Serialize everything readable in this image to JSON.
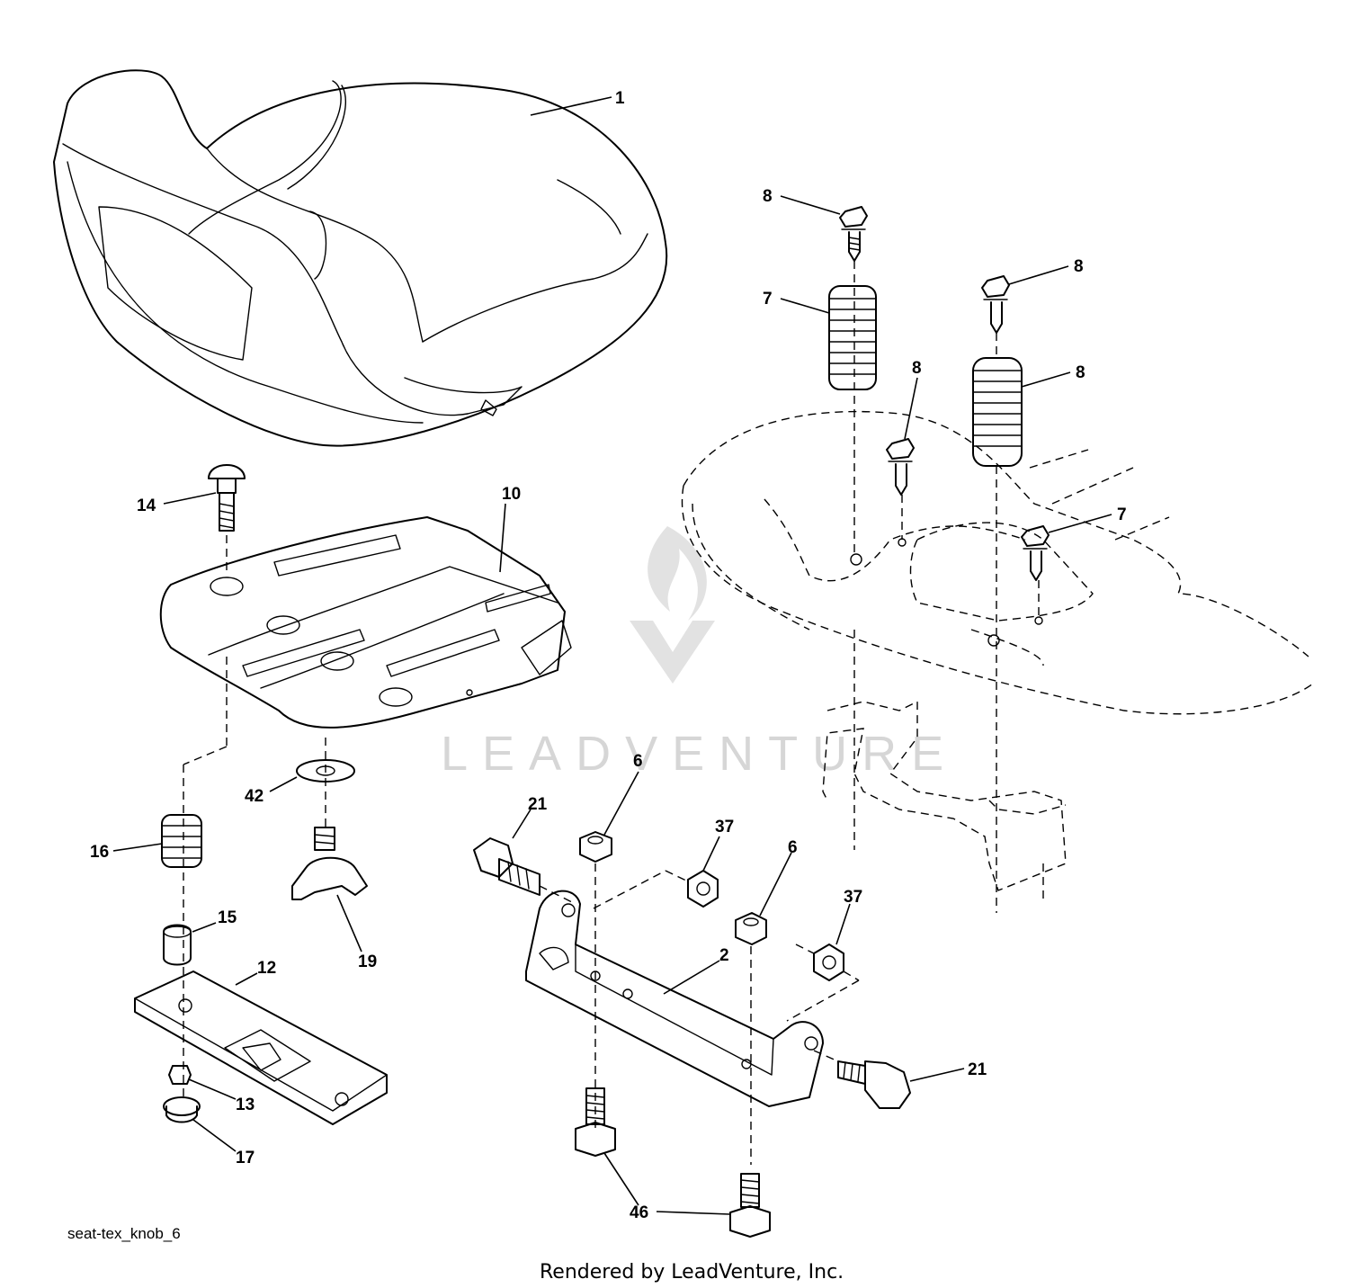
{
  "diagram": {
    "drawing_code": "seat-tex_knob_6",
    "credit": "Rendered by LeadVenture, Inc.",
    "watermark": "LEADVENTURE",
    "callouts": [
      "1",
      "8",
      "7",
      "8",
      "8",
      "7",
      "8",
      "14",
      "10",
      "42",
      "16",
      "19",
      "15",
      "12",
      "13",
      "17",
      "21",
      "6",
      "37",
      "6",
      "37",
      "2",
      "21",
      "46"
    ]
  }
}
